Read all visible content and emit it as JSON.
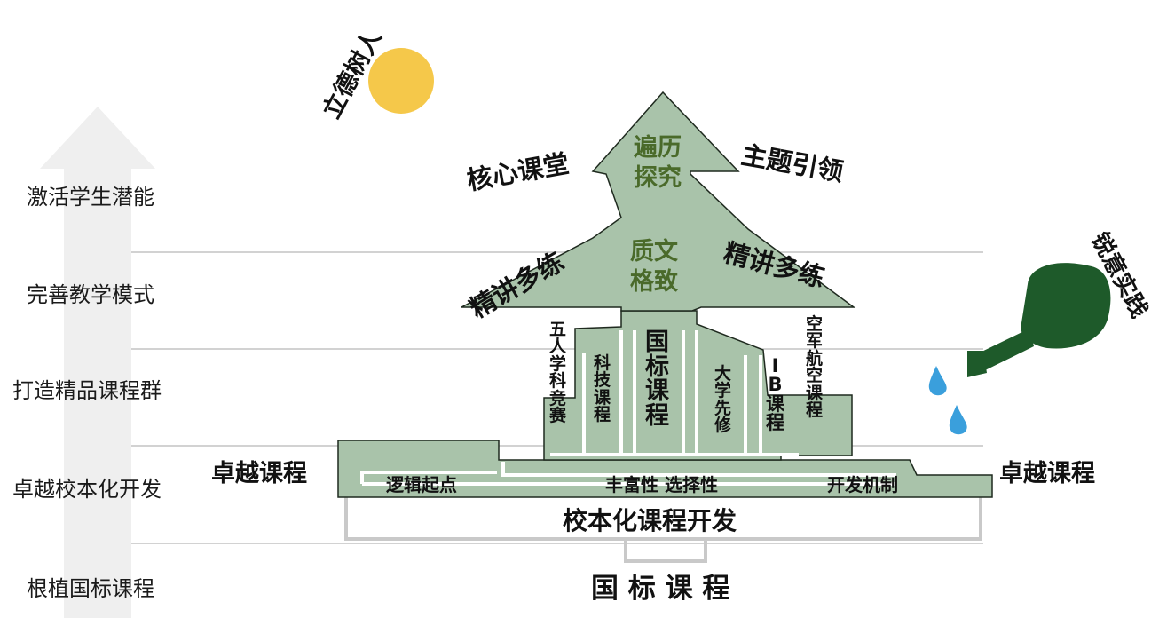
{
  "levels": [
    "激活学生潜能",
    "完善教学模式",
    "打造精品课程群",
    "卓越校本化开发",
    "根植国标课程"
  ],
  "sun_label": "立德树人",
  "watering_label": "锐意实践",
  "crown": {
    "top_center": "遍历\n探究",
    "mid_center": "质文\n格致",
    "top_left": "核心课堂",
    "top_right": "主题引领",
    "mid_left": "精讲多练",
    "mid_right": "精讲多练"
  },
  "trunk_courses": [
    {
      "key": "wuren",
      "text": "五人学科竞赛"
    },
    {
      "key": "keji",
      "text": "科技课程"
    },
    {
      "key": "guobiao",
      "text": "国标课程"
    },
    {
      "key": "daxue",
      "text": "大学先修"
    },
    {
      "key": "ib",
      "text": "IB课程"
    },
    {
      "key": "kongjun",
      "text": "空军航空课程"
    }
  ],
  "base": {
    "left_label": "卓越课程",
    "right_label": "卓越课程",
    "row_items": [
      "逻辑起点",
      "丰富性 选择性",
      "开发机制"
    ],
    "foundation": "校本化课程开发",
    "root": "国 标 课 程"
  },
  "colors": {
    "tree": "#a9c3aa",
    "tree_stroke": "#1f2a1f",
    "sun": "#f5c84a",
    "can": "#1e5a2a",
    "drop": "#3a9fdc",
    "arrow": "#eeeeee",
    "line": "#bdbdbd",
    "green_text": "#4a6a2a"
  }
}
